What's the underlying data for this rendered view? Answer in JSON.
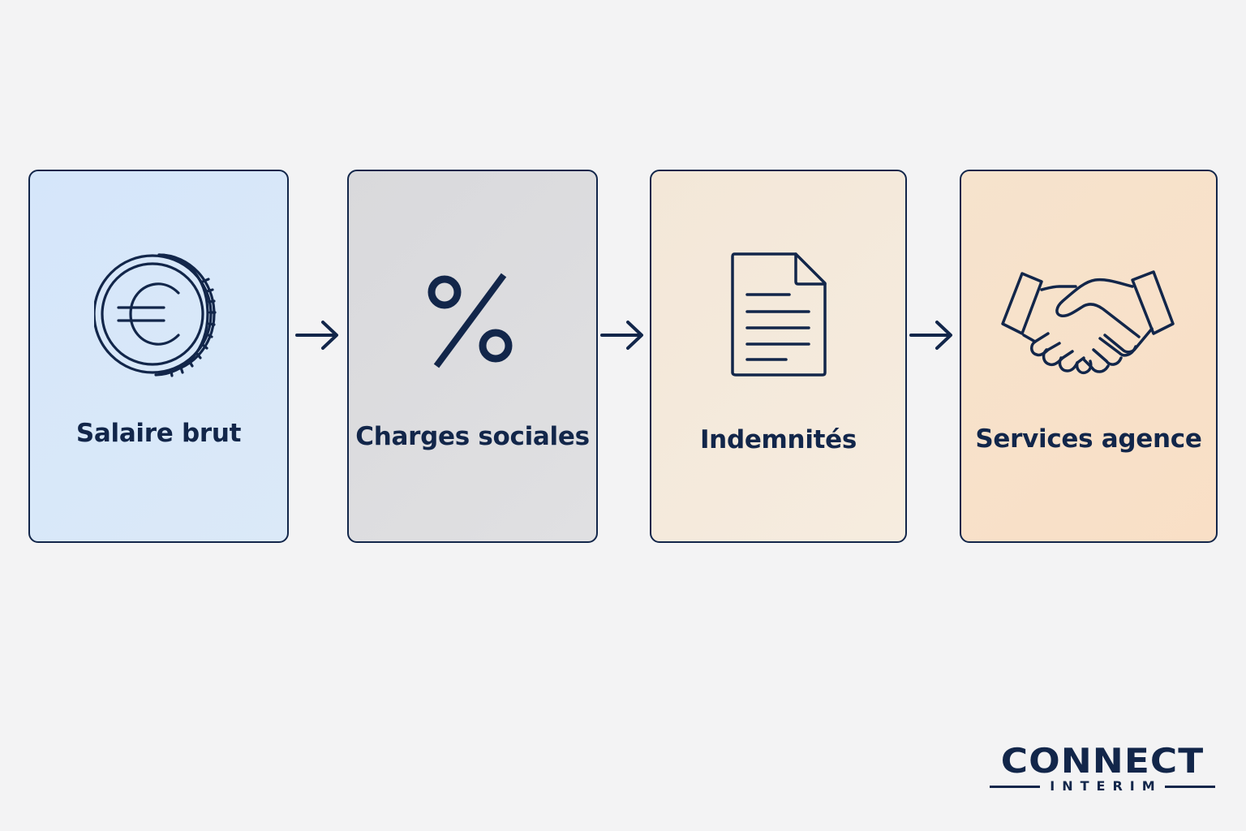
{
  "steps": [
    {
      "label": "Salaire brut",
      "icon": "euro-coin-icon",
      "bg": "#d7e7f9"
    },
    {
      "label": "Charges sociales",
      "icon": "percent-icon",
      "bg": "#dcdcde"
    },
    {
      "label": "Indemnités",
      "icon": "document-icon",
      "bg": "#f4e9da"
    },
    {
      "label": "Services agence",
      "icon": "handshake-icon",
      "bg": "#f8e1ca"
    }
  ],
  "arrows": [
    "arrow-right-icon",
    "arrow-right-icon",
    "arrow-right-icon"
  ],
  "logo": {
    "main": "CONNECT",
    "sub": "INTERIM"
  },
  "colors": {
    "ink": "#12264a",
    "background": "#f3f3f4"
  }
}
